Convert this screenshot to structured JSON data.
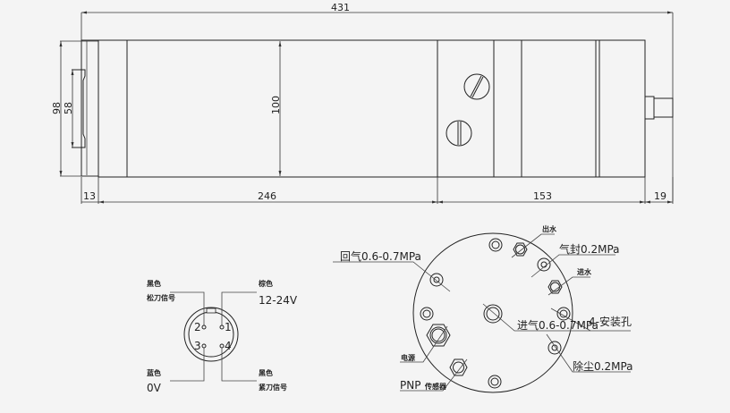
{
  "side_view": {
    "dimensions": {
      "overall_length": "431",
      "left_flange": "13",
      "motor_body": "246",
      "rear_section": "153",
      "shaft_end": "19",
      "outer_height": "98",
      "inner_height": "58",
      "body_height": "100"
    }
  },
  "connector": {
    "pins": [
      "1",
      "2",
      "3",
      "4"
    ],
    "pin1": {
      "color": "棕色",
      "signal": "12-24V"
    },
    "pin2": {
      "color": "黑色",
      "signal": "松刀信号"
    },
    "pin3": {
      "color": "蓝色",
      "signal": "0V"
    },
    "pin4": {
      "color": "黑色",
      "signal": "紧刀信号"
    }
  },
  "end_view": {
    "labels": {
      "water_out": "出水",
      "air_seal": "气封0.2MPa",
      "water_in": "进水",
      "return_air": "回气0.6-0.7MPa",
      "mounting_holes": "4-安装孔",
      "air_in": "进气0.6-0.7MPa",
      "dust_removal": "除尘0.2MPa",
      "power": "电源",
      "pnp_sensor_prefix": "PNP",
      "pnp_sensor_suffix": "传感器"
    }
  }
}
